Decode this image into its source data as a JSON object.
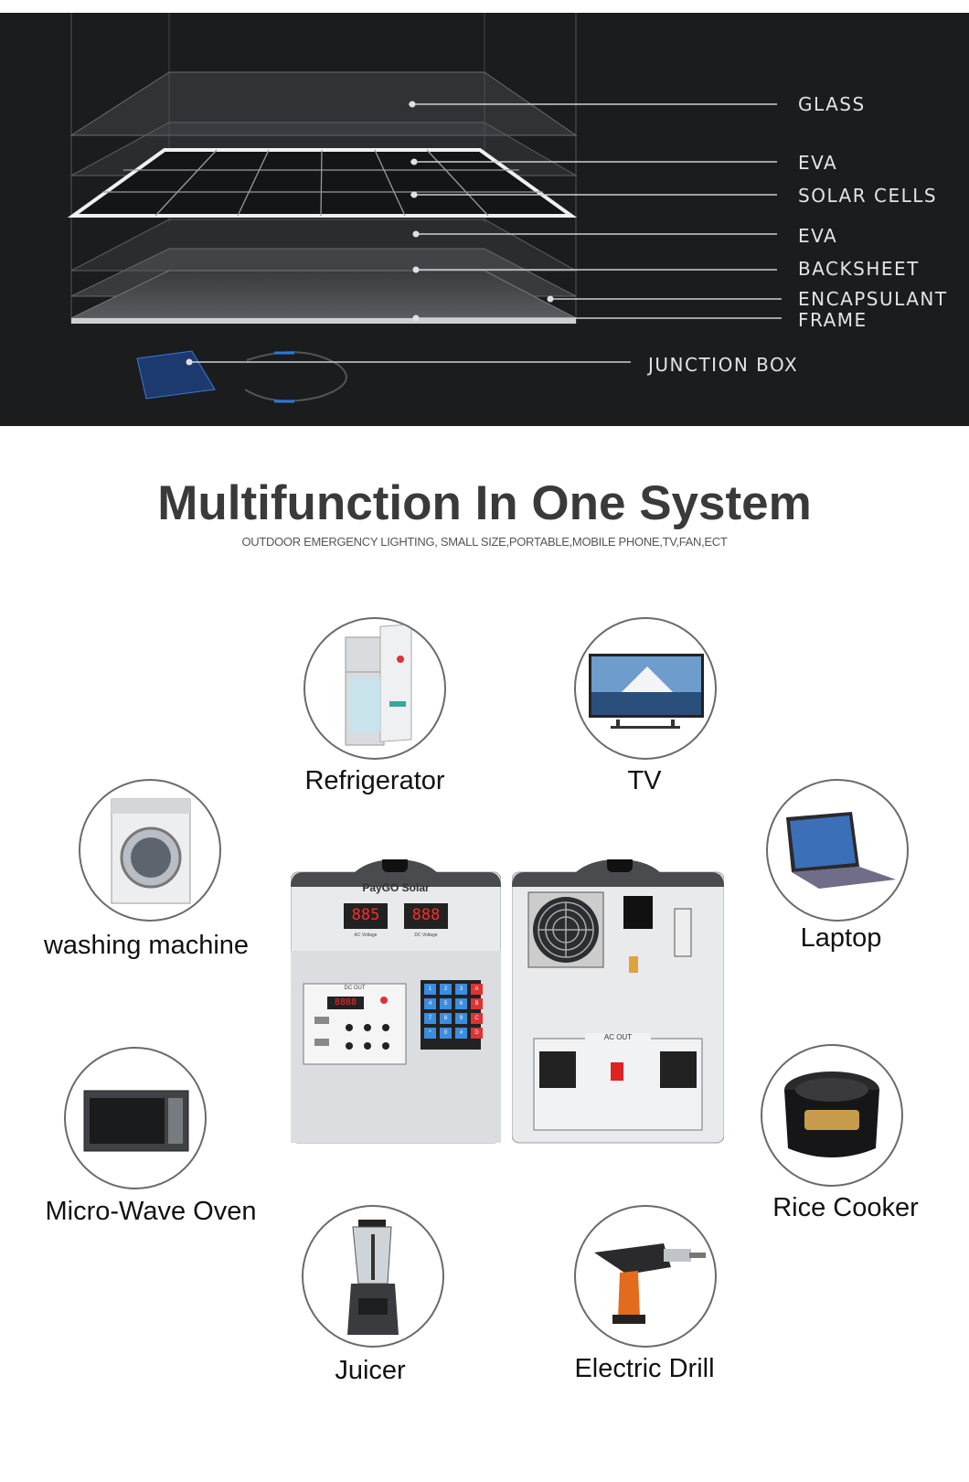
{
  "layers": [
    {
      "id": "glass",
      "label": "GLASS"
    },
    {
      "id": "eva1",
      "label": "EVA"
    },
    {
      "id": "solar",
      "label": "SOLAR CELLS"
    },
    {
      "id": "eva2",
      "label": "EVA"
    },
    {
      "id": "back",
      "label": "BACKSHEET"
    },
    {
      "id": "encap",
      "label": "ENCAPSULANT"
    },
    {
      "id": "frame",
      "label": "FRAME"
    },
    {
      "id": "jbox",
      "label": "JUNCTION BOX"
    }
  ],
  "title": "Multifunction In One System",
  "subtitle": "OUTDOOR EMERGENCY LIGHTING, SMALL SIZE,PORTABLE,MOBILE PHONE,TV,FAN,ECT",
  "appliances": [
    {
      "id": "fridge",
      "label": "Refrigerator",
      "icon": "refrigerator-icon"
    },
    {
      "id": "tv",
      "label": "TV",
      "icon": "tv-icon"
    },
    {
      "id": "washer",
      "label": "washing machine",
      "icon": "washing-machine-icon"
    },
    {
      "id": "laptop",
      "label": "Laptop",
      "icon": "laptop-icon"
    },
    {
      "id": "microwave",
      "label": "Micro-Wave Oven",
      "icon": "microwave-icon"
    },
    {
      "id": "ricecooker",
      "label": "Rice Cooker",
      "icon": "rice-cooker-icon"
    },
    {
      "id": "juicer",
      "label": "Juicer",
      "icon": "juicer-icon"
    },
    {
      "id": "drill",
      "label": "Electric Drill",
      "icon": "drill-icon"
    }
  ],
  "device": {
    "brand": "PayGO Solar",
    "ac_display": "885",
    "dc_display": "888",
    "ac_voltage_label": "AC Voltage",
    "dc_voltage_label": "DC Voltage",
    "dc_out_label": "DC OUT",
    "ac_out_label": "AC OUT",
    "small_display": "8888",
    "keypad_keys": [
      "1",
      "2",
      "3",
      "A",
      "4",
      "5",
      "6",
      "B",
      "7",
      "8",
      "9",
      "C",
      "*",
      "0",
      "#",
      "D"
    ]
  }
}
